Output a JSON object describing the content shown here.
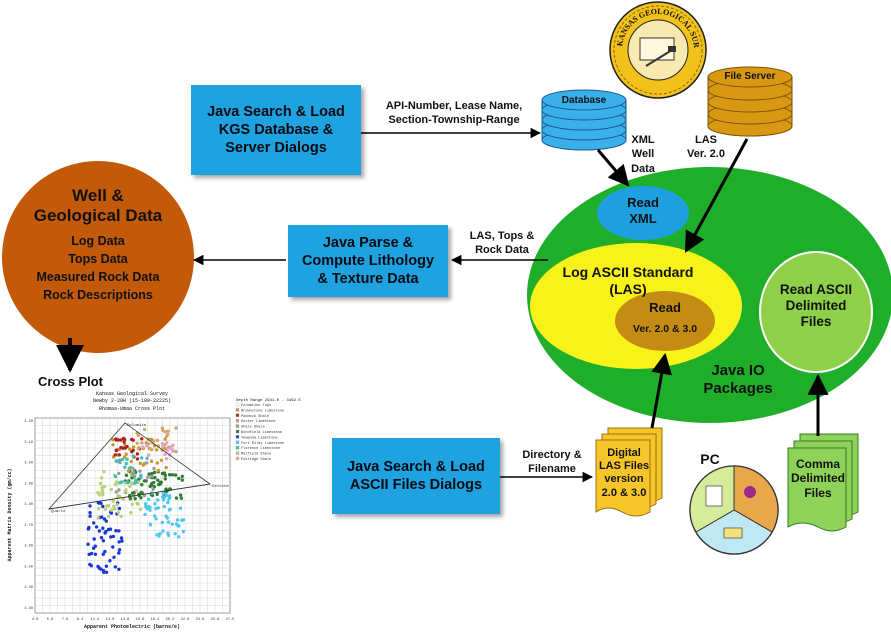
{
  "top_box": {
    "text": "Java Search & Load\nKGS Database &\nServer Dialogs"
  },
  "parse_box": {
    "text": "Java Parse &\nCompute Lithology\n& Texture Data"
  },
  "ascii_box": {
    "text": "Java Search & Load\nASCII Files Dialogs"
  },
  "well": {
    "title": "Well &\nGeological Data",
    "items": [
      "Log Data",
      "Tops Data",
      "Measured Rock Data",
      "Rock Descriptions"
    ]
  },
  "labels": {
    "api": "API-Number, Lease Name,\nSection-Township-Range",
    "xml_well": "XML\nWell\nData",
    "las_ver": "LAS\nVer. 2.0",
    "las_tops": "LAS, Tops &\nRock Data",
    "dir": "Directory &\nFilename",
    "cross_plot": "Cross Plot",
    "pc": "PC"
  },
  "database": {
    "label": "Database"
  },
  "file_server": {
    "label": "File Server"
  },
  "seal": {
    "text": "KANSAS GEOLOGICAL SURVEY"
  },
  "java_io": {
    "read_xml": "Read\nXML",
    "las_title": "Log ASCII Standard\n(LAS)",
    "read": "Read",
    "read_ver": "Ver. 2.0 & 3.0",
    "read_ascii": "Read  ASCII\nDelimited\nFiles",
    "packages": "Java IO\nPackages"
  },
  "digital_las": {
    "text": "Digital\nLAS Files\nversion\n2.0 & 3.0"
  },
  "comma_files": {
    "text": "Comma\nDelimited\nFiles"
  },
  "plot": {
    "header": "Kansas Geological Survey",
    "well": "Newby 2-28H (15-189-22225)",
    "title": "Rhomaa-Umaa Cross Plot",
    "depth": "Depth Range 2941.0 - 3462.5",
    "xlabel": "Apparent Photoelectric (barns/e)",
    "ylabel": "Apparent Matrix Density (gm/cc)",
    "x_ticks": [
      "4.0",
      "5.8",
      "7.6",
      "9.4",
      "11.2",
      "13.0",
      "14.8",
      "16.6",
      "18.4",
      "20.2",
      "22.0",
      "23.8",
      "25.6",
      "27.5"
    ],
    "y_ticks": [
      "3.20",
      "3.10",
      "3.00",
      "2.90",
      "2.80",
      "2.70",
      "2.60",
      "2.50",
      "2.40",
      "2.30"
    ],
    "legend": [
      {
        "name": "Formation Tops",
        "color": "#ffffff"
      },
      {
        "name": "Brownstone Limestone",
        "color": "#c79a2d"
      },
      {
        "name": "Paddock Shale",
        "color": "#b22222"
      },
      {
        "name": "Hoxter Limestone",
        "color": "#d4a46a"
      },
      {
        "name": "Shale Shale",
        "color": "#9a9a9a"
      },
      {
        "name": "Windfield Limestone",
        "color": "#2e7d32"
      },
      {
        "name": "Towanda Limestone",
        "color": "#1a35d8"
      },
      {
        "name": "Fort Riley Limestone",
        "color": "#4ec7f0"
      },
      {
        "name": "Florence Limestone",
        "color": "#3bbfbf"
      },
      {
        "name": "Matfield Shale",
        "color": "#b9d27a"
      },
      {
        "name": "Eskridge Shale",
        "color": "#e3a3c9"
      }
    ],
    "tri_labels": {
      "dolomite": "Dolomite",
      "calcite": "Calcite",
      "quartz": "Quartz"
    }
  },
  "colors": {
    "blue_box": "#1fa3e0",
    "well_fill": "#c35a0a",
    "java_io_green": "#1fae2a",
    "las_yellow": "#f7f21a",
    "read_gold": "#c48c12",
    "read_xml_blue": "#1ea0e0",
    "ascii_green": "#8fd04a",
    "db_blue": "#3ab0ea",
    "fs_gold": "#d99812",
    "doc_gold": "#f6c52a",
    "doc_green": "#8ed25a"
  }
}
